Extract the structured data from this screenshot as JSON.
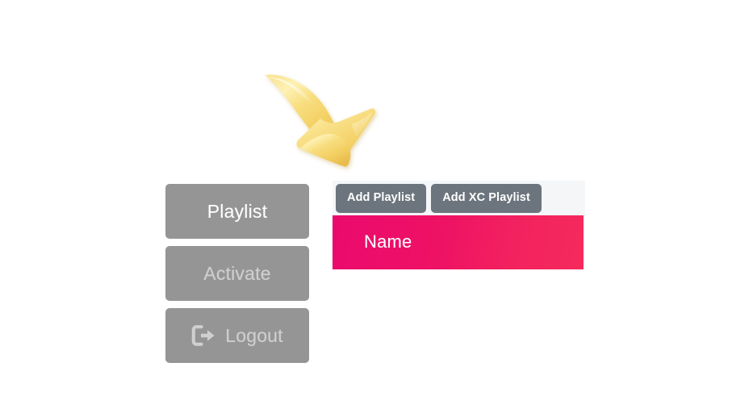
{
  "page": {
    "background": "#ffffff"
  },
  "sidebar": {
    "items": [
      {
        "label": "Playlist",
        "state": "active",
        "icon": null
      },
      {
        "label": "Activate",
        "state": "dimmed",
        "icon": null
      },
      {
        "label": "Logout",
        "state": "dimmed",
        "icon": "logout-icon"
      }
    ],
    "button_color": "#959595",
    "active_text_color": "#ffffff",
    "dim_text_color": "#cfcfcf"
  },
  "panel": {
    "toolbar": {
      "background": "#f4f6f8",
      "buttons": [
        {
          "label": "Add Playlist"
        },
        {
          "label": "Add XC Playlist"
        }
      ],
      "button_color": "#6c757d",
      "button_text_color": "#ffffff"
    },
    "table": {
      "header_gradient_from": "#ea0a6e",
      "header_gradient_to": "#f52a5c",
      "header_text_color": "#ffffff",
      "columns": [
        "Name"
      ],
      "rows": []
    }
  },
  "annotation": {
    "pointer": {
      "icon": "curved-arrow-down-right-icon",
      "color": "#f7d96b",
      "highlight_color": "#fdf0a8",
      "shade_color": "#e0b94e",
      "points_at": "Add Playlist"
    }
  }
}
